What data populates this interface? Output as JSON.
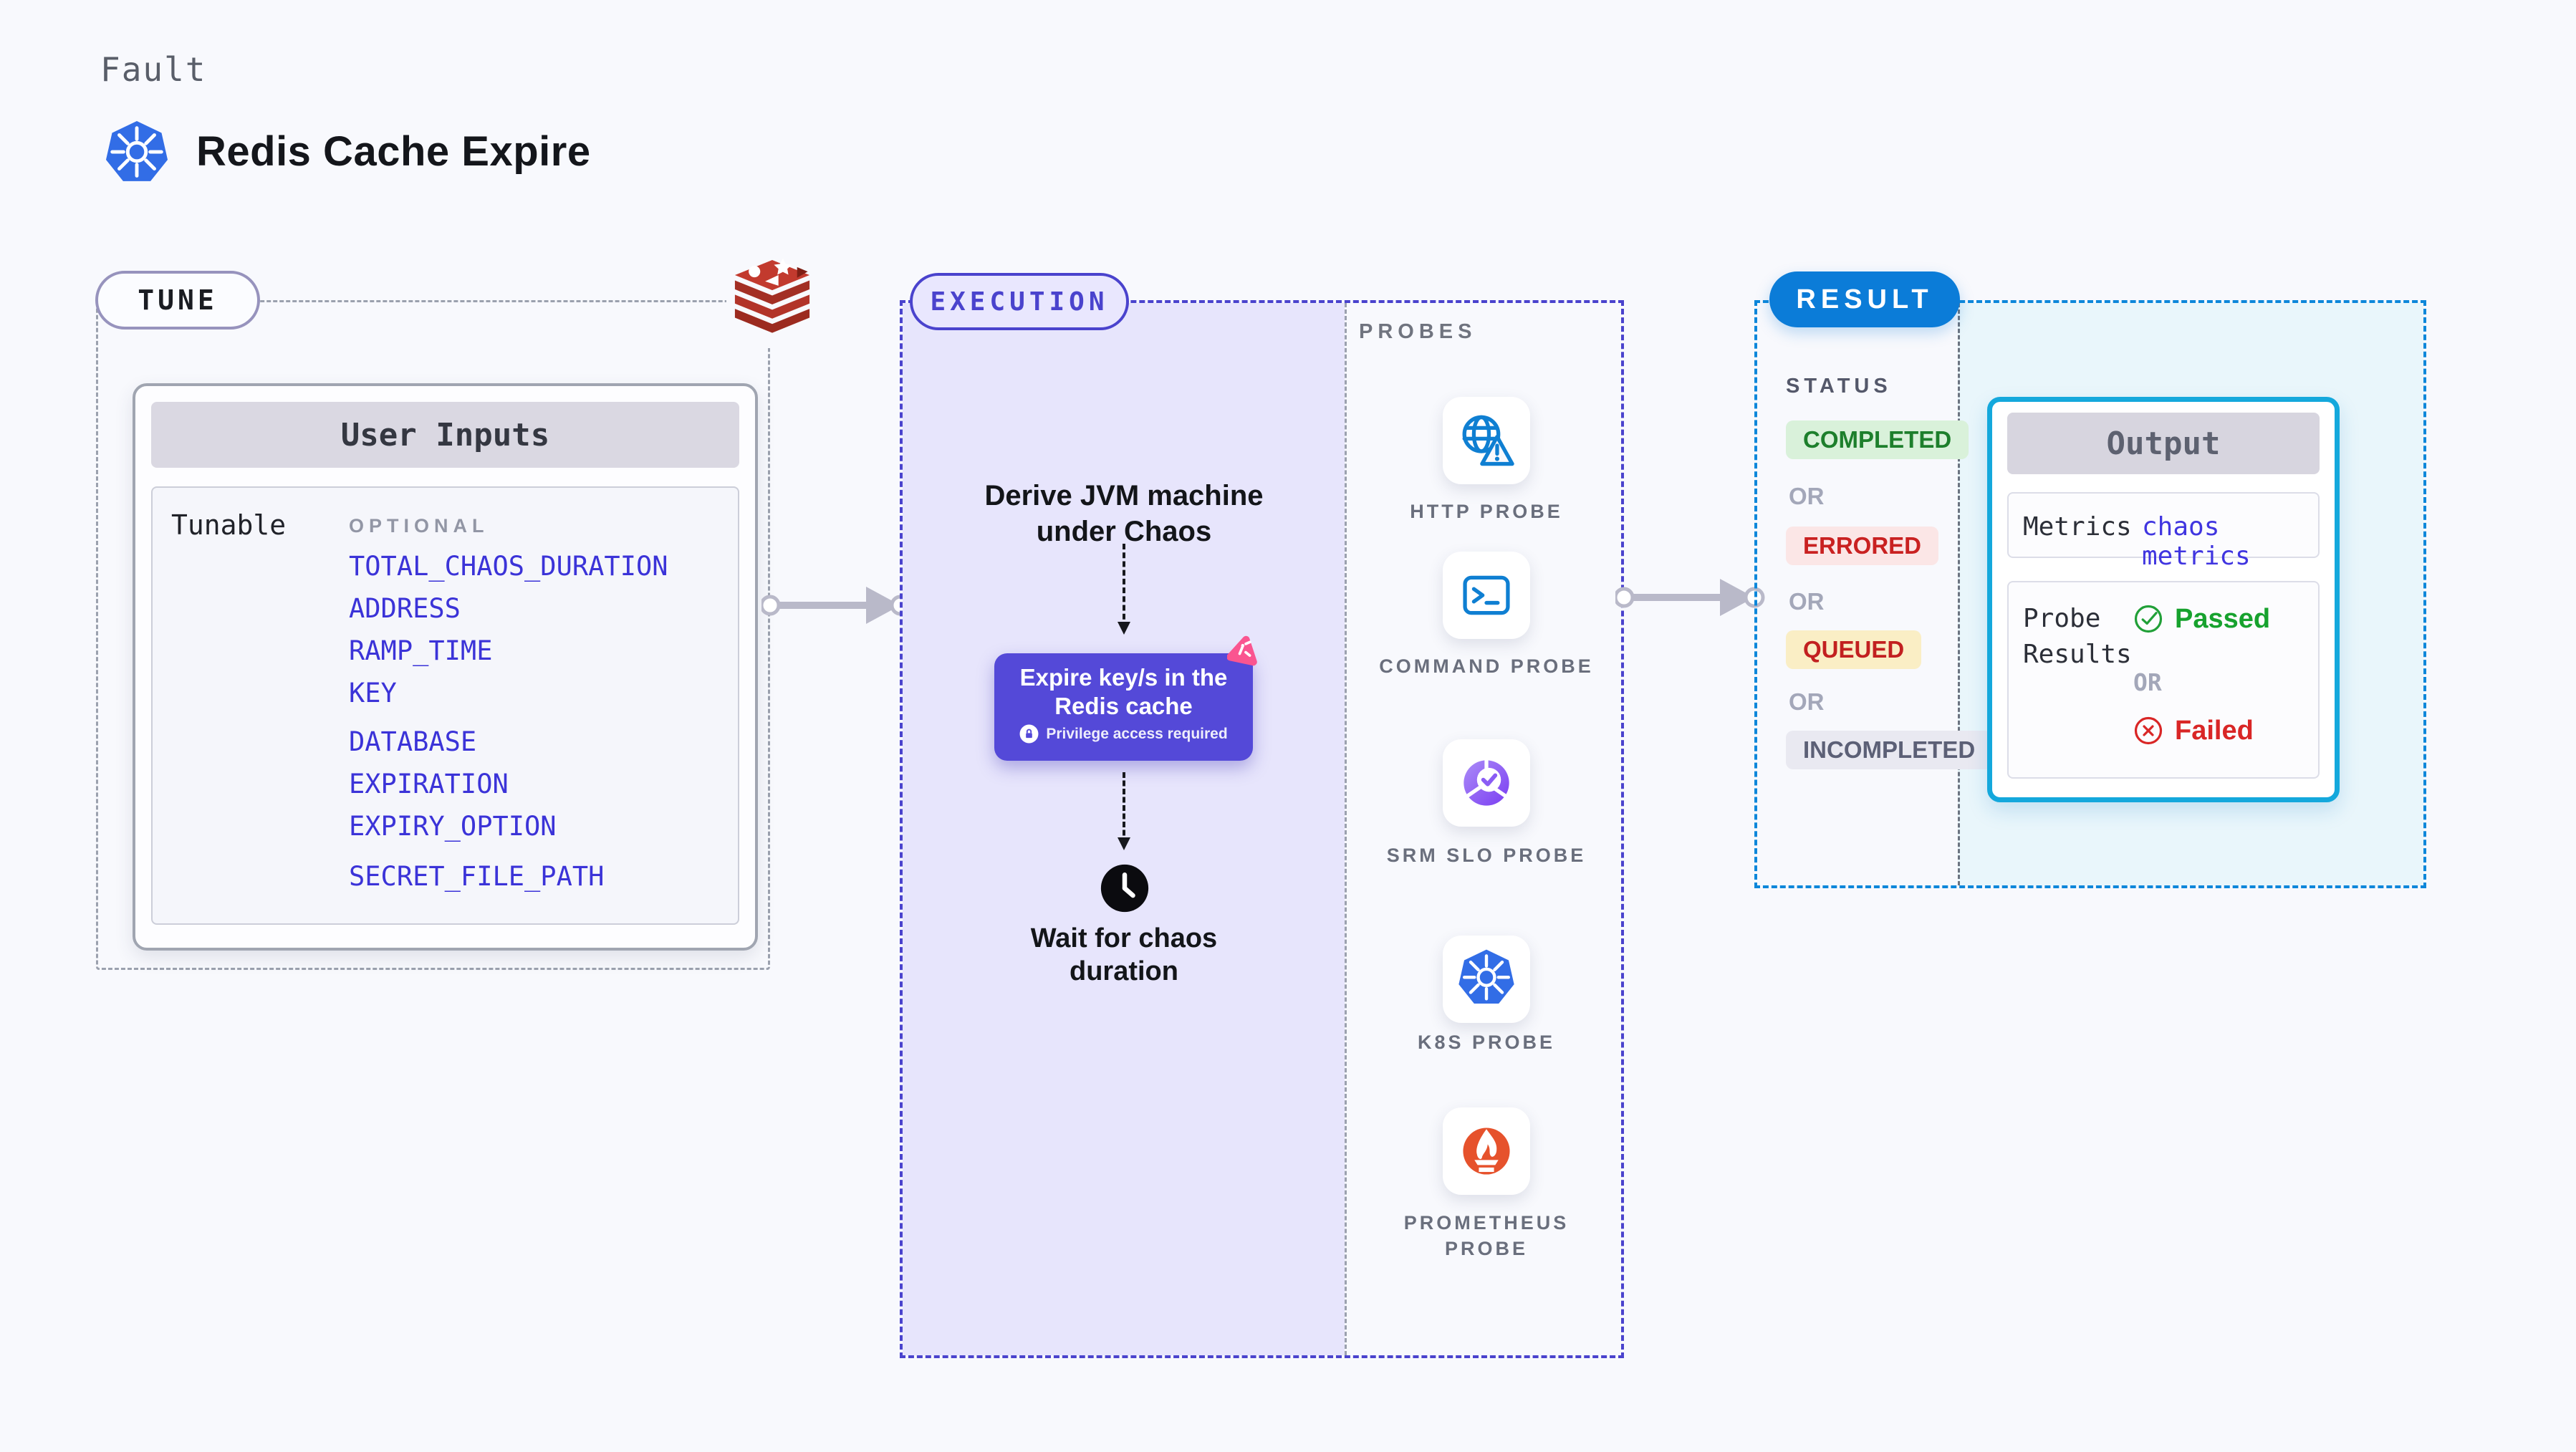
{
  "header": {
    "fault_label": "Fault",
    "title": "Redis Cache Expire"
  },
  "tune": {
    "badge": "TUNE",
    "table_title": "User Inputs",
    "row_label": "Tunable",
    "group_label": "OPTIONAL",
    "params": [
      "TOTAL_CHAOS_DURATION",
      "ADDRESS",
      "RAMP_TIME",
      "KEY",
      "DATABASE",
      "EXPIRATION",
      "EXPIRY_OPTION",
      "SECRET_FILE_PATH"
    ]
  },
  "execution": {
    "badge": "EXECUTION",
    "derive_step": "Derive JVM machine under Chaos",
    "action_title": "Expire key/s in the Redis cache",
    "action_note": "Privilege access required",
    "wait_step": "Wait for chaos duration"
  },
  "probes": {
    "label": "PROBES",
    "items": [
      {
        "label": "HTTP PROBE",
        "icon": "globe-warning-icon"
      },
      {
        "label": "COMMAND PROBE",
        "icon": "terminal-icon"
      },
      {
        "label": "SRM SLO PROBE",
        "icon": "slo-donut-icon"
      },
      {
        "label": "K8S PROBE",
        "icon": "kubernetes-icon"
      },
      {
        "label": "PROMETHEUS PROBE",
        "icon": "prometheus-icon"
      }
    ]
  },
  "result": {
    "badge": "RESULT",
    "status_label": "STATUS",
    "or_label": "OR",
    "statuses": [
      {
        "label": "COMPLETED",
        "color": "#1d7f2c",
        "bg": "#d9f1da"
      },
      {
        "label": "ERRORED",
        "color": "#c92121",
        "bg": "#fbe6e6"
      },
      {
        "label": "QUEUED",
        "color": "#c22020",
        "bg": "#faeec5"
      },
      {
        "label": "INCOMPLETED",
        "color": "#5c6076",
        "bg": "#e9e9f1"
      }
    ],
    "output": {
      "title": "Output",
      "metrics_label": "Metrics",
      "metrics_value": "chaos metrics",
      "probe_results_label": "Probe Results",
      "passed_label": "Passed",
      "failed_label": "Failed"
    }
  },
  "colors": {
    "accent_purple": "#4a43cd",
    "action_purple": "#5449d8",
    "result_blue": "#0b7cd8",
    "output_border": "#14a8dc",
    "success_green": "#17a22e",
    "error_red": "#c92121",
    "pink": "#fa5590",
    "param_blue": "#3b33d8",
    "k8s_blue": "#326de6",
    "prometheus_orange": "#e6522c",
    "redis_red": "#a93226",
    "lavender_fill": "#e7e5fc",
    "cyan_fill": "#e9f6fb"
  }
}
